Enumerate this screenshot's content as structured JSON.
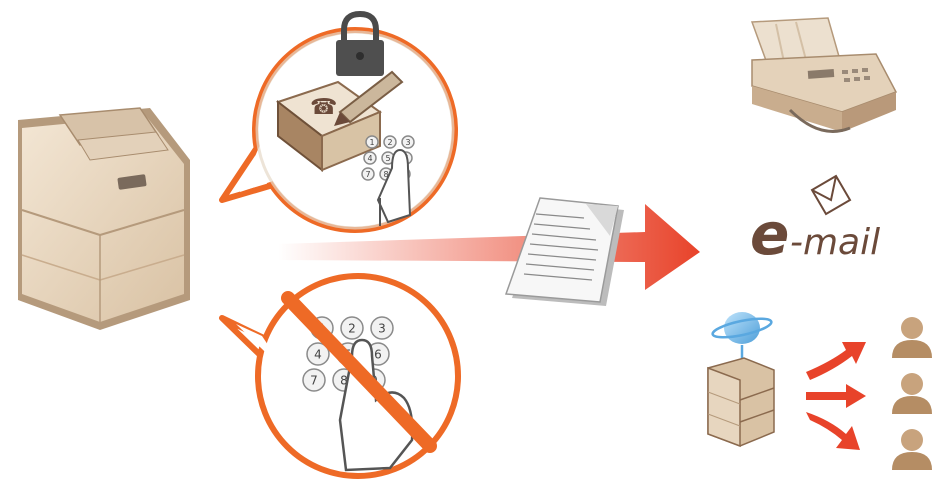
{
  "email_label": {
    "e": "e",
    "rest": "-mail"
  },
  "keypad_top": [
    "1",
    "2",
    "3",
    "4",
    "5",
    "6",
    "7",
    "8",
    "9"
  ],
  "keypad_bottom": [
    "1",
    "2",
    "3",
    "4",
    "5",
    "6",
    "7",
    "8",
    "9"
  ],
  "colors": {
    "accent_orange": "#ee6a26",
    "arrow_red": "#e8432a",
    "beige": "#e9d7c0",
    "beige_dark": "#c9ad8e",
    "brown_text": "#6b4a3a",
    "person": "#c8a37d"
  },
  "icons": [
    "multifunction-printer-icon",
    "lock-icon",
    "address-book-icon",
    "pen-icon",
    "keypad-icon",
    "finger-icon",
    "prohibited-icon",
    "document-icon",
    "fax-machine-icon",
    "envelope-icon",
    "network-globe-icon",
    "server-icon",
    "person-icon"
  ]
}
